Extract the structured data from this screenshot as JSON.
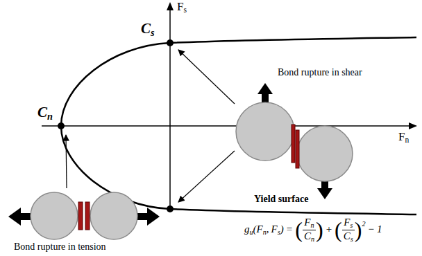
{
  "diagram": {
    "labels": [
      "F",
      "s",
      "C",
      "s",
      "C",
      "n",
      "F",
      "n",
      "Bond rupture in shear",
      "Bond rupture in tension",
      "Yield surface",
      "g",
      "u",
      "(F",
      "n",
      ",",
      "F",
      "s",
      ")",
      "=",
      "(",
      "F",
      "n",
      "C",
      "n",
      ")",
      "+",
      "(",
      "F",
      "s",
      "C",
      "s",
      ")",
      "2",
      "−",
      "1"
    ]
  }
}
